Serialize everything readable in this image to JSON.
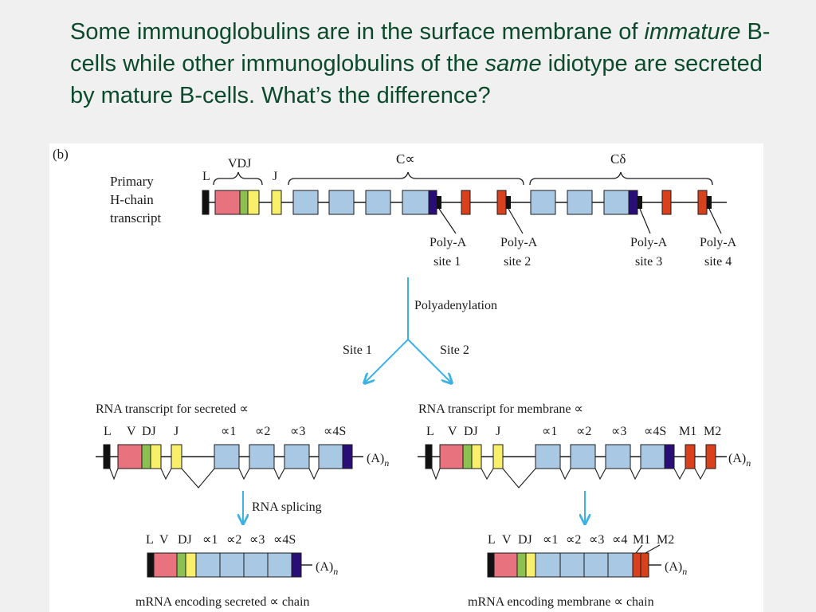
{
  "question": {
    "part1": "Some immunoglobulins are in the surface membrane of ",
    "em1": "immature",
    "part2": " B-cells while other immunoglobulins of the ",
    "em2": "same",
    "part3": " idiotype are secreted by mature B-cells.  What’s the difference?"
  },
  "figure": {
    "panel_label": "(b)",
    "primary_label": [
      "Primary",
      "H-chain",
      "transcript"
    ],
    "brace_labels": {
      "vdj": "VDJ",
      "c_alpha": "C∝",
      "c_delta": "Cδ"
    },
    "seg_labels": {
      "L": "L",
      "J": "J"
    },
    "polya_sites": [
      {
        "line1": "Poly-A",
        "line2": "site 1"
      },
      {
        "line1": "Poly-A",
        "line2": "site 2"
      },
      {
        "line1": "Poly-A",
        "line2": "site 3"
      },
      {
        "line1": "Poly-A",
        "line2": "site 4"
      }
    ],
    "polyadenylation_label": "Polyadenylation",
    "branch_labels": {
      "left": "Site 1",
      "right": "Site 2"
    },
    "secreted_transcript_title": "RNA transcript for secreted ∝",
    "membrane_transcript_title": "RNA transcript for membrane ∝",
    "transcript_labels": {
      "L": "L",
      "V": "V",
      "DJ": "DJ",
      "J": "J",
      "a1": "∝1",
      "a2": "∝2",
      "a3": "∝3",
      "a4S": "∝4S",
      "M1": "M1",
      "M2": "M2"
    },
    "polya_tail": {
      "base": "(A)",
      "sub": "n"
    },
    "splicing_label": "RNA splicing",
    "mrna_secreted_caption": "mRNA encoding secreted ∝ chain",
    "mrna_membrane_caption": "mRNA encoding membrane ∝ chain",
    "colors": {
      "leader": "#111111",
      "v_segment": "#e8727d",
      "d_segment": "#8cc152",
      "j_segment": "#f8f06a",
      "c_exon": "#a9c8e4",
      "s_segment": "#2a0e78",
      "m_exon": "#d9401c",
      "polya_signal": "#111111",
      "arrow": "#3ab3e4"
    }
  }
}
